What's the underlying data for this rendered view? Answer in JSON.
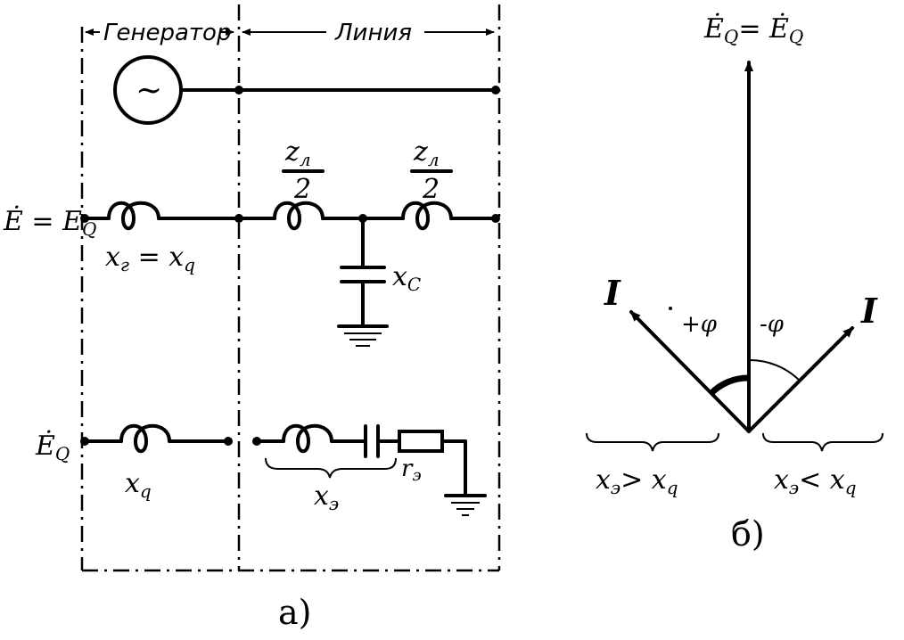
{
  "circuit": {
    "generator_label": "Генератор",
    "line_label": "Линия",
    "generator_symbol": "~",
    "e_label": "Ė = E",
    "e_sub": "Q",
    "xg_label": "x",
    "xg_sub": "г",
    "xg_eq": " = x",
    "xq_sub": "q",
    "zl_num": "z",
    "zl_sub": "л",
    "zl_den": "2",
    "xc_label": "x",
    "xc_sub": "C",
    "eq_label": "Ė",
    "eq_sub": "Q",
    "xq_label": "x",
    "xq_label_sub": "q",
    "xe_label": "x",
    "xe_sub": "э",
    "re_label": "r",
    "re_sub": "э",
    "caption": "а)"
  },
  "phasor": {
    "top_label_a": "Ė",
    "top_label_a_sub": "Q",
    "top_label_eq": "= Ė",
    "top_label_b_sub": "Q",
    "left_i": "I",
    "right_i": "I",
    "plus_phi": "+φ",
    "minus_phi": "-φ",
    "left_cond": "x",
    "left_cond_sub": "э",
    "left_cond_rel": "> x",
    "left_cond_sub2": "q",
    "right_cond": "x",
    "right_cond_sub": "э",
    "right_cond_rel": "< x",
    "right_cond_sub2": "q",
    "caption": "б)"
  }
}
